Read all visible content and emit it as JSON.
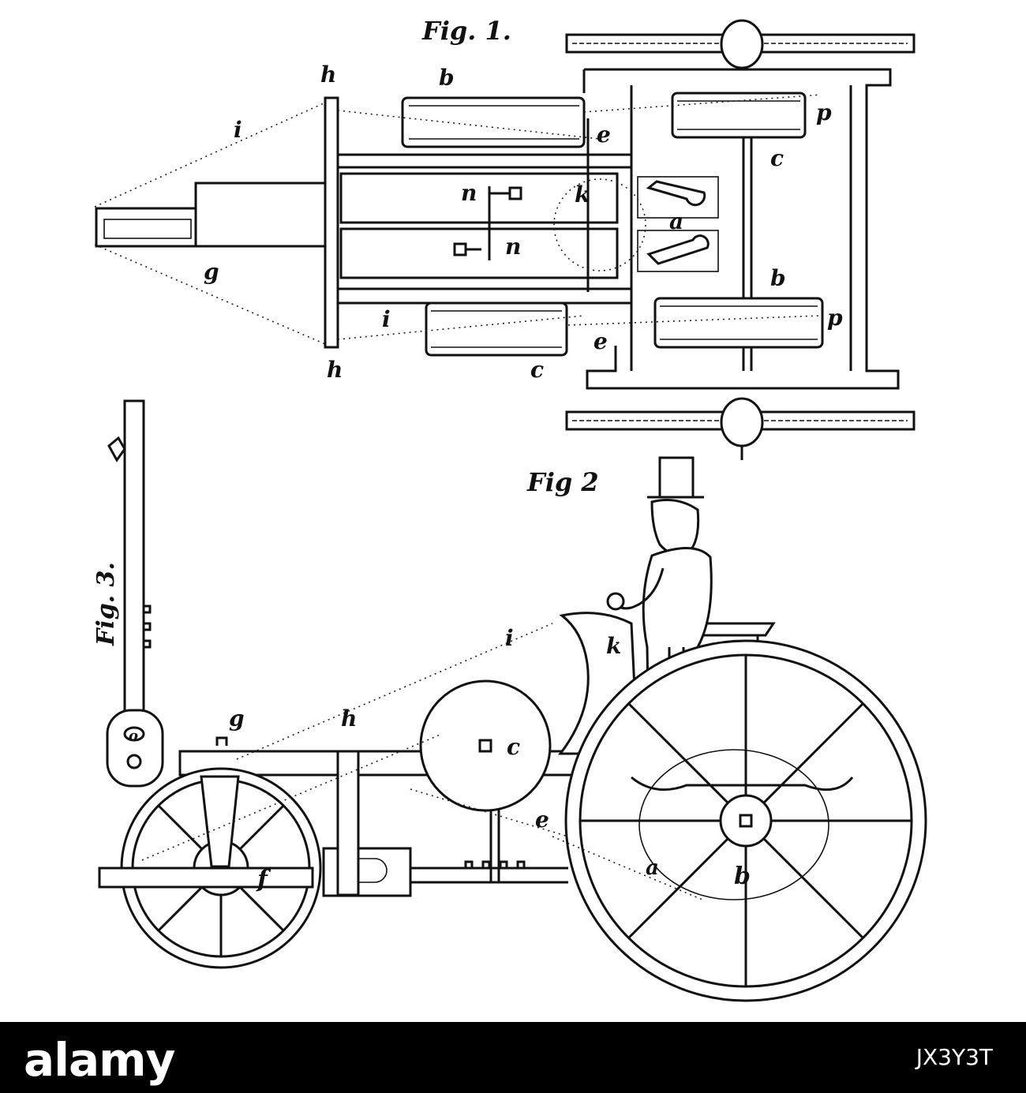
{
  "figures": {
    "fig1_title": "Fig. 1.",
    "fig2_title": "Fig 2",
    "fig3_title": "Fig. 3."
  },
  "fig1_labels": {
    "h_top": "h",
    "h_bottom": "h",
    "b_top": "b",
    "b_right": "b",
    "i_top": "i",
    "i_bottom": "i",
    "e_top": "e",
    "e_bottom": "e",
    "n_upper": "n",
    "n_lower": "n",
    "k": "k",
    "a": "a",
    "g": "g",
    "c_right": "c",
    "c_bottom": "c",
    "p_top": "p",
    "p_bottom": "p"
  },
  "fig2_labels": {
    "g": "g",
    "h": "h",
    "c": "c",
    "i": "i",
    "k": "k",
    "e": "e",
    "f": "f",
    "a": "a",
    "b": "b"
  },
  "fig3_labels": {
    "o": "o"
  },
  "watermark": {
    "logo": "alamy",
    "image_code": "JX3Y3T"
  }
}
